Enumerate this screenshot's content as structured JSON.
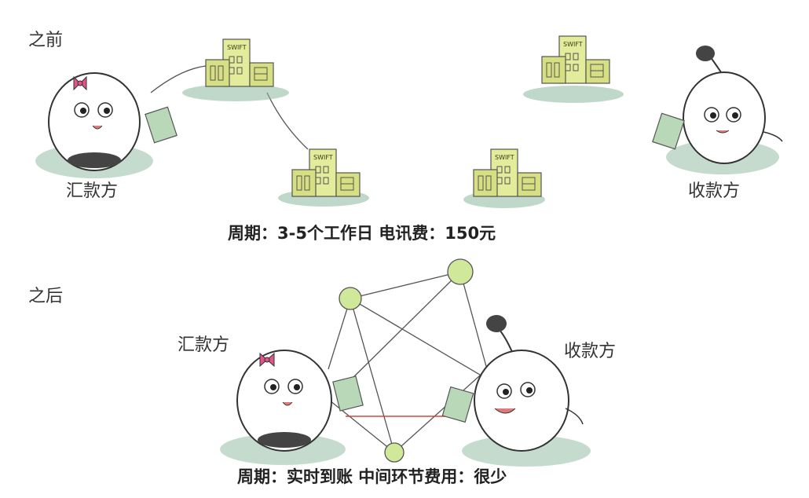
{
  "before": {
    "heading": "之前",
    "sender_label": "汇款方",
    "receiver_label": "收款方",
    "bank_label": "SWIFT",
    "caption": "周期：3-5个工作日  电讯费：150元"
  },
  "after": {
    "heading": "之后",
    "sender_label": "汇款方",
    "receiver_label": "收款方",
    "caption": "周期：实时到账  中间环节费用：很少"
  },
  "colors": {
    "building": "#e3ec9a",
    "building_dark": "#c9d36e",
    "ground": "#8ab89c",
    "node": "#cfe89a",
    "red_link": "#d8443a",
    "bow": "#e0548a",
    "skin": "#ffffff",
    "outline": "#333333"
  },
  "icons": [
    "bank-building-icon",
    "bow-icon",
    "antenna-icon",
    "document-icon",
    "network-node-icon"
  ]
}
